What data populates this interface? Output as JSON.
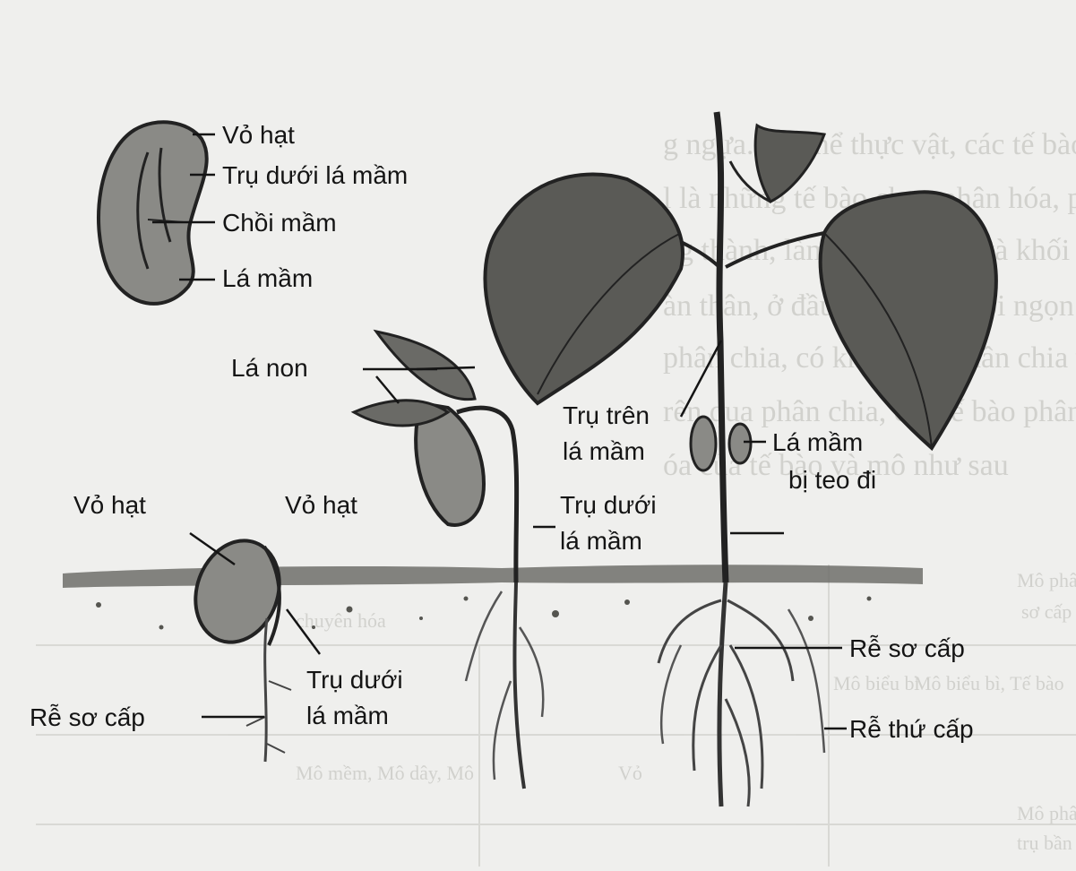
{
  "colors": {
    "paper": "#efefed",
    "ink": "#141414",
    "soil": "#6f6f6a",
    "faded": "#b9b9b4"
  },
  "labels": {
    "seed_coat_1": "Vỏ hạt",
    "hypocotyl_1": "Trụ dưới lá mầm",
    "plumule": "Chồi mầm",
    "cotyledon_1": "Lá mầm",
    "young_leaves": "Lá non",
    "seed_coat_2": "Vỏ hạt",
    "seed_coat_3": "Vỏ hạt",
    "epicotyl_l1": "Trụ trên",
    "epicotyl_l2": "lá mầm",
    "shrunken_l1": "Lá mầm",
    "shrunken_l2": "bị teo đi",
    "hypocotyl_2_l1": "Trụ dưới",
    "hypocotyl_2_l2": "lá mầm",
    "hypocotyl_3_l1": "Trụ dưới",
    "hypocotyl_3_l2": "lá mầm",
    "primary_root_1": "Rễ sơ cấp",
    "primary_root_2": "Rễ sơ cấp",
    "secondary_root": "Rễ thứ cấp"
  },
  "bleed_through": {
    "line1": "g ngựa. Cơ thể thực vật, các tế bào của mô phân sinh ngọn",
    "line2": "l là những tế bào chưa phân hóa, phân chia và sinh ra các tế bào",
    "line3": "ng thành, làm cây lớn lên và khối sinh trưởng ở ngọn",
    "line4": "àn thân, ở đầu rễ, trong chồi ngọn và bên, mô phân sinh",
    "line5": "phân chia, có khả năng phân chia và sinh ra các mô",
    "line6": "rên qua phân chia, các tế bào phân loại mô sơ cấp và",
    "line7": "óa của tế bào và mô như sau",
    "tbl1": "Mô phân",
    "tbl2": "sơ cấp",
    "tbl3": "Mô biểu bì",
    "tbl4": "Mô mềm, Mô dây, Mô",
    "tbl5": "Vỏ",
    "tbl6": "Mô phân sinh",
    "tbl7": "trụ bần",
    "tbl8": "Mô biểu bì, Tế bào",
    "tbl9": "chuyên hóa"
  }
}
